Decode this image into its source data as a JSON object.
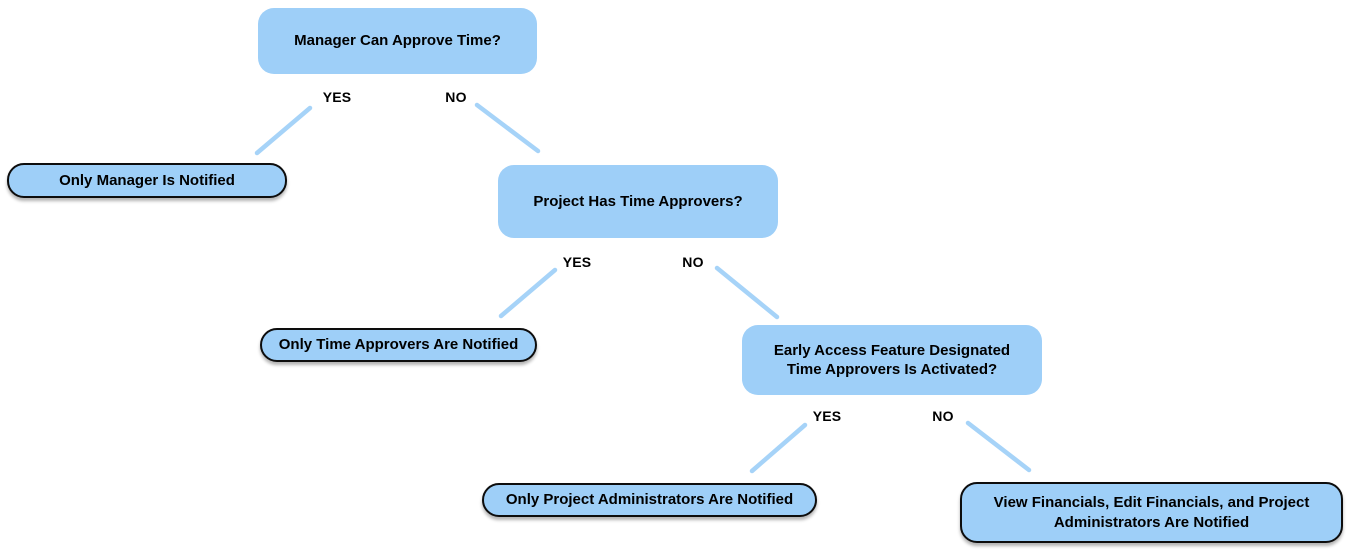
{
  "diagram": {
    "type": "decision-tree",
    "colors": {
      "node_fill": "#9ecff8",
      "connector_line": "#a6d3f8",
      "outcome_border": "#0d0d0d",
      "text": "#000000",
      "background": "#ffffff"
    },
    "nodes": {
      "q1": {
        "kind": "question",
        "label": "Manager Can Approve Time?"
      },
      "only_manager": {
        "kind": "outcome",
        "label": "Only Manager Is Notified"
      },
      "q2": {
        "kind": "question",
        "label": "Project Has Time Approvers?"
      },
      "only_time_approvers": {
        "kind": "outcome",
        "label": "Only Time Approvers Are Notified"
      },
      "q3": {
        "kind": "question",
        "label": "Early Access Feature Designated Time Approvers Is Activated?"
      },
      "only_project_administrators": {
        "kind": "outcome",
        "label": "Only Project Administrators Are Notified"
      },
      "financials_and_administrators": {
        "kind": "outcome",
        "label": "View Financials, Edit Financials, and Project Administrators Are Notified"
      }
    },
    "edges": [
      {
        "from": "q1",
        "answer": "YES",
        "to": "only_manager"
      },
      {
        "from": "q1",
        "answer": "NO",
        "to": "q2"
      },
      {
        "from": "q2",
        "answer": "YES",
        "to": "only_time_approvers"
      },
      {
        "from": "q2",
        "answer": "NO",
        "to": "q3"
      },
      {
        "from": "q3",
        "answer": "YES",
        "to": "only_project_administrators"
      },
      {
        "from": "q3",
        "answer": "NO",
        "to": "financials_and_administrators"
      }
    ]
  }
}
